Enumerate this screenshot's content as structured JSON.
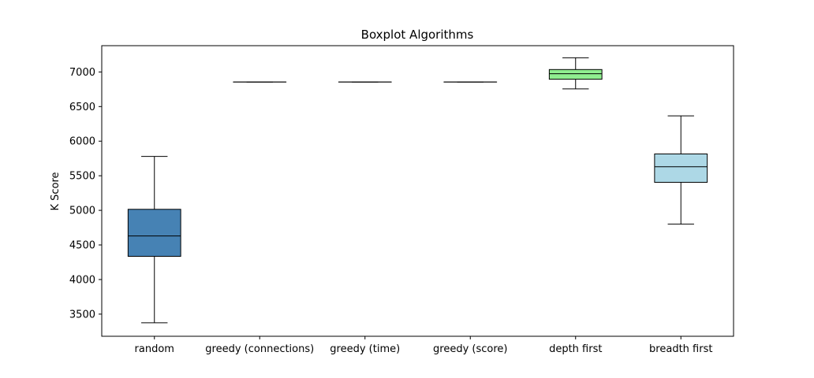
{
  "chart_data": {
    "type": "boxplot",
    "title": "Boxplot Algorithms",
    "xlabel": "",
    "ylabel": "K Score",
    "ylim": [
      3180,
      7380
    ],
    "yticks": [
      3500,
      4000,
      4500,
      5000,
      5500,
      6000,
      6500,
      7000
    ],
    "grid": false,
    "categories": [
      "random",
      "greedy (connections)",
      "greedy (time)",
      "greedy (score)",
      "depth first",
      "breadth first"
    ],
    "boxes": [
      {
        "min": 3375,
        "q1": 4335,
        "median": 4630,
        "q3": 5015,
        "max": 5780,
        "color": "#4682b4"
      },
      {
        "min": 6855,
        "q1": 6855,
        "median": 6855,
        "q3": 6855,
        "max": 6855,
        "color": "#ffffff"
      },
      {
        "min": 6855,
        "q1": 6855,
        "median": 6855,
        "q3": 6855,
        "max": 6855,
        "color": "#ffffff"
      },
      {
        "min": 6855,
        "q1": 6855,
        "median": 6855,
        "q3": 6855,
        "max": 6855,
        "color": "#ffffff"
      },
      {
        "min": 6755,
        "q1": 6895,
        "median": 6975,
        "q3": 7035,
        "max": 7205,
        "color": "#90ee90"
      },
      {
        "min": 4800,
        "q1": 5405,
        "median": 5630,
        "q3": 5815,
        "max": 6365,
        "color": "#add8e6"
      }
    ]
  }
}
